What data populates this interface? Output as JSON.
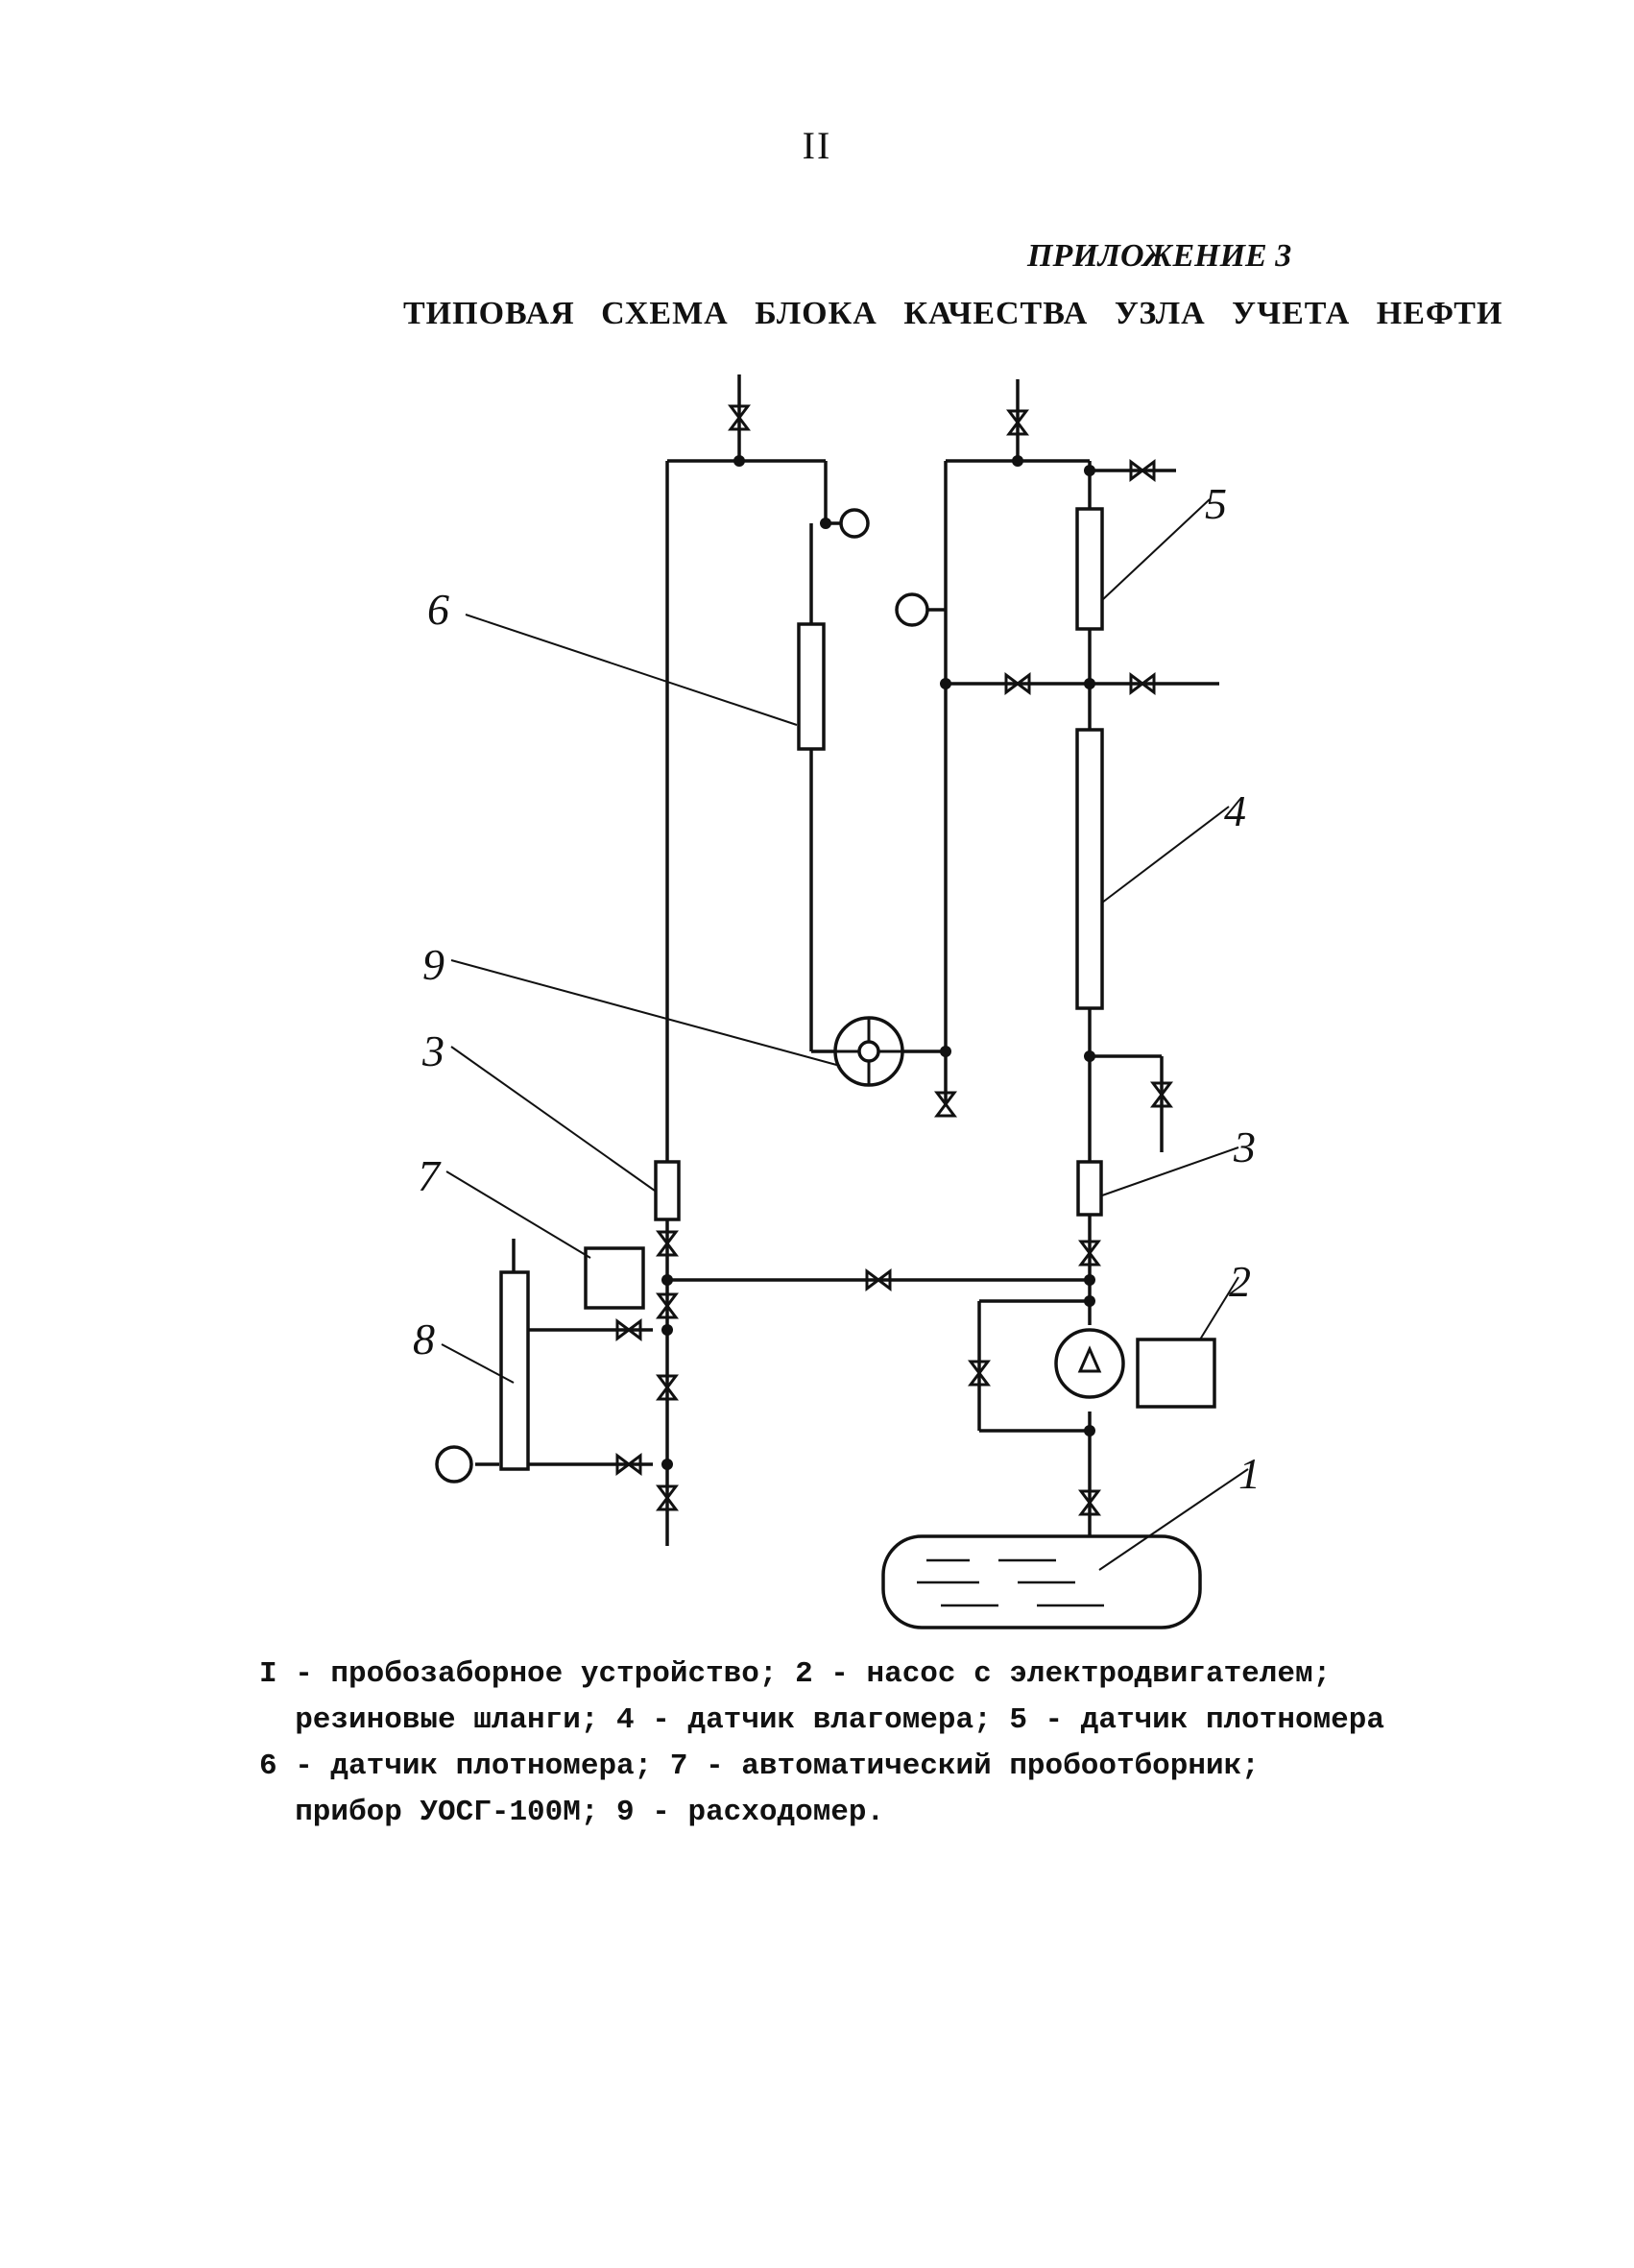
{
  "page_number": "II",
  "appendix": "ПРИЛОЖЕНИЕ 3",
  "title": "ТИПОВАЯ СХЕМА БЛОКА КАЧЕСТВА УЗЛА УЧЕТА НЕФТИ",
  "diagram": {
    "labels": {
      "l1": "1",
      "l2": "2",
      "l3a": "3",
      "l3b": "3",
      "l4": "4",
      "l5": "5",
      "l6": "6",
      "l7": "7",
      "l8": "8",
      "l9": "9"
    }
  },
  "legend": {
    "line1": "I - пробозаборное устройство; 2 - насос с электродвигателем;",
    "line2": "  резиновые шланги; 4 - датчик влагомера; 5 - датчик плотномера",
    "line3": "6 - датчик плотномера; 7 - автоматический пробоотборник;",
    "line4": "  прибор УОСГ-100М; 9 - расходомер."
  }
}
